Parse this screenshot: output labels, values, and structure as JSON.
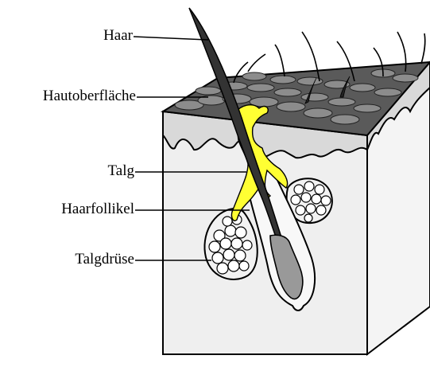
{
  "labels": {
    "hair": "Haar",
    "skin_surface": "Hautoberfläche",
    "sebum": "Talg",
    "hair_follicle": "Haarfollikel",
    "sebaceous_gland": "Talgdrüse"
  },
  "colors": {
    "skin_surface_dark": "#555555",
    "skin_surface_light": "#8a8a8a",
    "epidermis": "#d6d6d6",
    "dermis": "#eeeeee",
    "side_face": "#f5f5f5",
    "sebum": "#ffff33",
    "hair": "#333333",
    "bulb": "#999999"
  }
}
